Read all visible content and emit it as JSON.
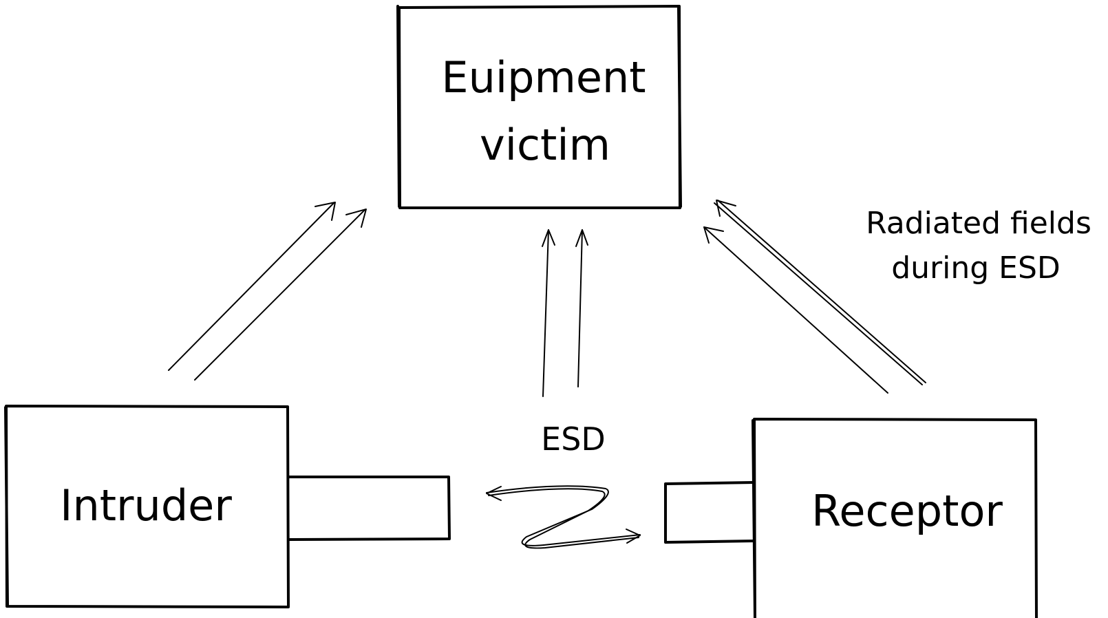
{
  "nodes": {
    "victim": {
      "line1": "Euipment",
      "line2": "victim"
    },
    "intruder": {
      "label": "Intruder"
    },
    "receptor": {
      "label": "Receptor"
    }
  },
  "labels": {
    "esd": "ESD",
    "radiated_line1": "Radiated fields",
    "radiated_line2": "during ESD"
  },
  "colors": {
    "ink": "#000000",
    "background": "#ffffff"
  }
}
